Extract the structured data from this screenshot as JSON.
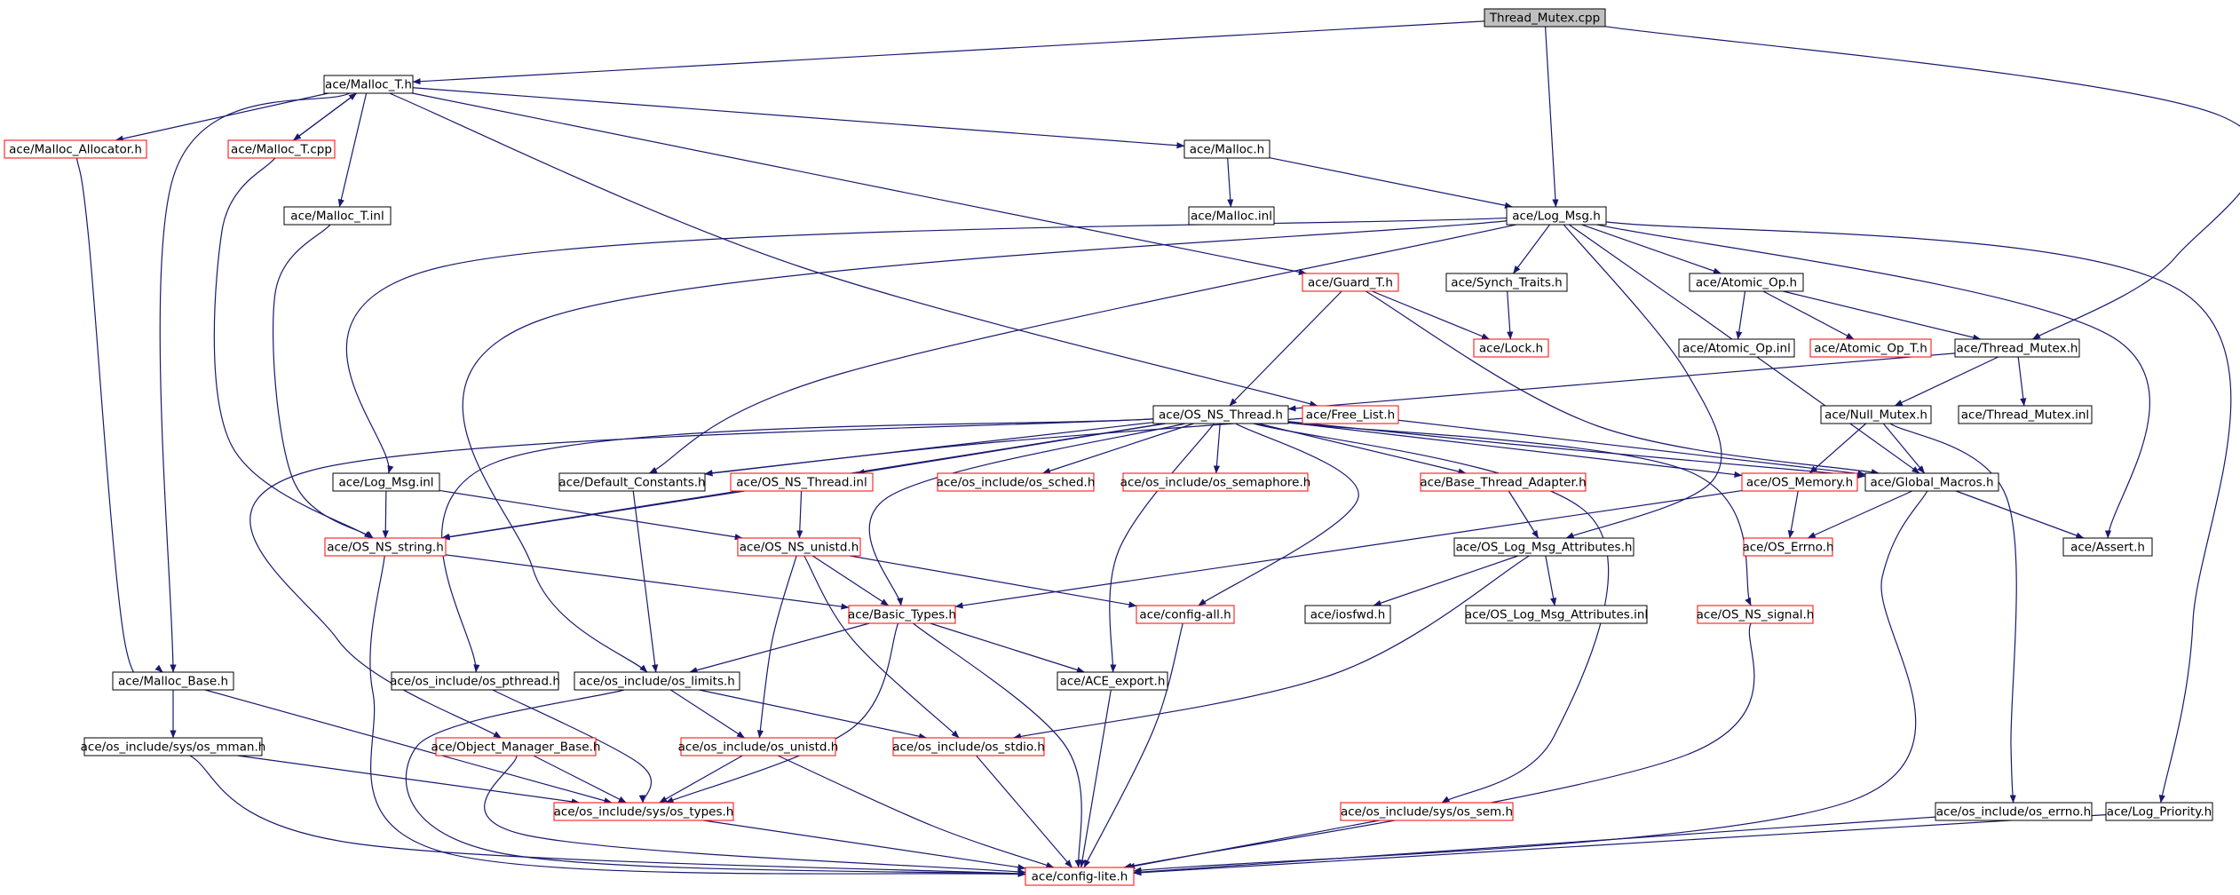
{
  "title": "",
  "colors": {
    "edge": "#191970",
    "border_default": "#000000",
    "border_incomplete": "#ff0000",
    "root_fill": "#bfbfbf",
    "node_fill": "#ffffff"
  },
  "nodes": [
    {
      "id": "n0",
      "label": "Thread_Mutex.cpp",
      "style": "root"
    },
    {
      "id": "n1",
      "label": "ace/Malloc_T.h",
      "style": "black"
    },
    {
      "id": "n2",
      "label": "ace/Malloc_Allocator.h",
      "style": "red"
    },
    {
      "id": "n3",
      "label": "ace/Malloc_T.cpp",
      "style": "red"
    },
    {
      "id": "n4",
      "label": "ace/Malloc.h",
      "style": "black"
    },
    {
      "id": "n5",
      "label": "ace/Malloc_T.inl",
      "style": "black"
    },
    {
      "id": "n6",
      "label": "ace/Malloc.inl",
      "style": "black"
    },
    {
      "id": "n7",
      "label": "ace/Log_Msg.h",
      "style": "black"
    },
    {
      "id": "n8",
      "label": "ace/Guard_T.h",
      "style": "red"
    },
    {
      "id": "n9",
      "label": "ace/Synch_Traits.h",
      "style": "black"
    },
    {
      "id": "n10",
      "label": "ace/Atomic_Op.h",
      "style": "black"
    },
    {
      "id": "n11",
      "label": "ace/Lock.h",
      "style": "red"
    },
    {
      "id": "n12",
      "label": "ace/Atomic_Op.inl",
      "style": "black"
    },
    {
      "id": "n13",
      "label": "ace/Atomic_Op_T.h",
      "style": "red"
    },
    {
      "id": "n14",
      "label": "ace/Thread_Mutex.h",
      "style": "black"
    },
    {
      "id": "n15",
      "label": "ace/OS_NS_Thread.h",
      "style": "black"
    },
    {
      "id": "n16",
      "label": "ace/Free_List.h",
      "style": "red"
    },
    {
      "id": "n17",
      "label": "ace/Null_Mutex.h",
      "style": "black"
    },
    {
      "id": "n18",
      "label": "ace/Thread_Mutex.inl",
      "style": "black"
    },
    {
      "id": "n19",
      "label": "ace/Log_Msg.inl",
      "style": "black"
    },
    {
      "id": "n20",
      "label": "ace/Default_Constants.h",
      "style": "black"
    },
    {
      "id": "n21",
      "label": "ace/OS_NS_Thread.inl",
      "style": "red"
    },
    {
      "id": "n22",
      "label": "ace/os_include/os_sched.h",
      "style": "red"
    },
    {
      "id": "n23",
      "label": "ace/os_include/os_semaphore.h",
      "style": "red"
    },
    {
      "id": "n24",
      "label": "ace/Base_Thread_Adapter.h",
      "style": "red"
    },
    {
      "id": "n25",
      "label": "ace/OS_Memory.h",
      "style": "red"
    },
    {
      "id": "n26",
      "label": "ace/Global_Macros.h",
      "style": "black"
    },
    {
      "id": "n27",
      "label": "ace/OS_NS_string.h",
      "style": "red"
    },
    {
      "id": "n28",
      "label": "ace/OS_NS_unistd.h",
      "style": "red"
    },
    {
      "id": "n29",
      "label": "ace/OS_Log_Msg_Attributes.h",
      "style": "black"
    },
    {
      "id": "n30",
      "label": "ace/OS_Errno.h",
      "style": "red"
    },
    {
      "id": "n31",
      "label": "ace/Assert.h",
      "style": "black"
    },
    {
      "id": "n32",
      "label": "ace/Basic_Types.h",
      "style": "red"
    },
    {
      "id": "n33",
      "label": "ace/config-all.h",
      "style": "red"
    },
    {
      "id": "n34",
      "label": "ace/iosfwd.h",
      "style": "black"
    },
    {
      "id": "n35",
      "label": "ace/OS_Log_Msg_Attributes.inl",
      "style": "black"
    },
    {
      "id": "n36",
      "label": "ace/OS_NS_signal.h",
      "style": "red"
    },
    {
      "id": "n37",
      "label": "ace/Malloc_Base.h",
      "style": "black"
    },
    {
      "id": "n38",
      "label": "ace/os_include/os_pthread.h",
      "style": "black"
    },
    {
      "id": "n39",
      "label": "ace/os_include/os_limits.h",
      "style": "black"
    },
    {
      "id": "n40",
      "label": "ace/ACE_export.h",
      "style": "black"
    },
    {
      "id": "n41",
      "label": "ace/os_include/sys/os_mman.h",
      "style": "black"
    },
    {
      "id": "n42",
      "label": "ace/Object_Manager_Base.h",
      "style": "red"
    },
    {
      "id": "n43",
      "label": "ace/os_include/os_unistd.h",
      "style": "red"
    },
    {
      "id": "n44",
      "label": "ace/os_include/os_stdio.h",
      "style": "red"
    },
    {
      "id": "n45",
      "label": "ace/os_include/sys/os_types.h",
      "style": "red"
    },
    {
      "id": "n46",
      "label": "ace/os_include/sys/os_sem.h",
      "style": "red"
    },
    {
      "id": "n47",
      "label": "ace/os_include/os_errno.h",
      "style": "black"
    },
    {
      "id": "n48",
      "label": "ace/Log_Priority.h",
      "style": "black"
    },
    {
      "id": "n49",
      "label": "ace/config-lite.h",
      "style": "red"
    }
  ],
  "edges": [
    [
      "n0",
      "n1"
    ],
    [
      "n0",
      "n7"
    ],
    [
      "n0",
      "n14"
    ],
    [
      "n1",
      "n2"
    ],
    [
      "n1",
      "n3"
    ],
    [
      "n1",
      "n4"
    ],
    [
      "n1",
      "n5"
    ],
    [
      "n1",
      "n8"
    ],
    [
      "n1",
      "n16"
    ],
    [
      "n1",
      "n37"
    ],
    [
      "n3",
      "n1"
    ],
    [
      "n3",
      "n27"
    ],
    [
      "n2",
      "n37"
    ],
    [
      "n4",
      "n6"
    ],
    [
      "n4",
      "n7"
    ],
    [
      "n5",
      "n27"
    ],
    [
      "n7",
      "n9"
    ],
    [
      "n7",
      "n10"
    ],
    [
      "n7",
      "n19"
    ],
    [
      "n7",
      "n20"
    ],
    [
      "n7",
      "n26"
    ],
    [
      "n7",
      "n29"
    ],
    [
      "n7",
      "n31"
    ],
    [
      "n7",
      "n39"
    ],
    [
      "n7",
      "n48"
    ],
    [
      "n8",
      "n11"
    ],
    [
      "n8",
      "n15"
    ],
    [
      "n8",
      "n26"
    ],
    [
      "n9",
      "n11"
    ],
    [
      "n10",
      "n12"
    ],
    [
      "n10",
      "n13"
    ],
    [
      "n10",
      "n14"
    ],
    [
      "n14",
      "n17"
    ],
    [
      "n14",
      "n18"
    ],
    [
      "n14",
      "n15"
    ],
    [
      "n17",
      "n25"
    ],
    [
      "n17",
      "n26"
    ],
    [
      "n17",
      "n47"
    ],
    [
      "n15",
      "n20"
    ],
    [
      "n15",
      "n21"
    ],
    [
      "n15",
      "n22"
    ],
    [
      "n15",
      "n23"
    ],
    [
      "n15",
      "n24"
    ],
    [
      "n15",
      "n25"
    ],
    [
      "n15",
      "n26"
    ],
    [
      "n15",
      "n27"
    ],
    [
      "n15",
      "n32"
    ],
    [
      "n15",
      "n33"
    ],
    [
      "n15",
      "n36"
    ],
    [
      "n15",
      "n38"
    ],
    [
      "n15",
      "n40"
    ],
    [
      "n15",
      "n42"
    ],
    [
      "n15",
      "n46"
    ],
    [
      "n16",
      "n26"
    ],
    [
      "n16",
      "n20"
    ],
    [
      "n19",
      "n27"
    ],
    [
      "n19",
      "n28"
    ],
    [
      "n20",
      "n39"
    ],
    [
      "n21",
      "n27"
    ],
    [
      "n21",
      "n28"
    ],
    [
      "n24",
      "n29"
    ],
    [
      "n25",
      "n30"
    ],
    [
      "n25",
      "n32"
    ],
    [
      "n26",
      "n30"
    ],
    [
      "n26",
      "n31"
    ],
    [
      "n26",
      "n49"
    ],
    [
      "n27",
      "n32"
    ],
    [
      "n27",
      "n49"
    ],
    [
      "n28",
      "n32"
    ],
    [
      "n28",
      "n33"
    ],
    [
      "n28",
      "n43"
    ],
    [
      "n28",
      "n44"
    ],
    [
      "n29",
      "n34"
    ],
    [
      "n29",
      "n35"
    ],
    [
      "n29",
      "n44"
    ],
    [
      "n32",
      "n39"
    ],
    [
      "n32",
      "n40"
    ],
    [
      "n32",
      "n45"
    ],
    [
      "n32",
      "n49"
    ],
    [
      "n33",
      "n49"
    ],
    [
      "n36",
      "n49"
    ],
    [
      "n37",
      "n41"
    ],
    [
      "n37",
      "n45"
    ],
    [
      "n38",
      "n45"
    ],
    [
      "n39",
      "n43"
    ],
    [
      "n39",
      "n44"
    ],
    [
      "n39",
      "n49"
    ],
    [
      "n40",
      "n49"
    ],
    [
      "n41",
      "n45"
    ],
    [
      "n41",
      "n49"
    ],
    [
      "n42",
      "n45"
    ],
    [
      "n42",
      "n49"
    ],
    [
      "n43",
      "n45"
    ],
    [
      "n43",
      "n49"
    ],
    [
      "n44",
      "n49"
    ],
    [
      "n45",
      "n49"
    ],
    [
      "n46",
      "n49"
    ],
    [
      "n47",
      "n49"
    ],
    [
      "n48",
      "n49"
    ]
  ]
}
